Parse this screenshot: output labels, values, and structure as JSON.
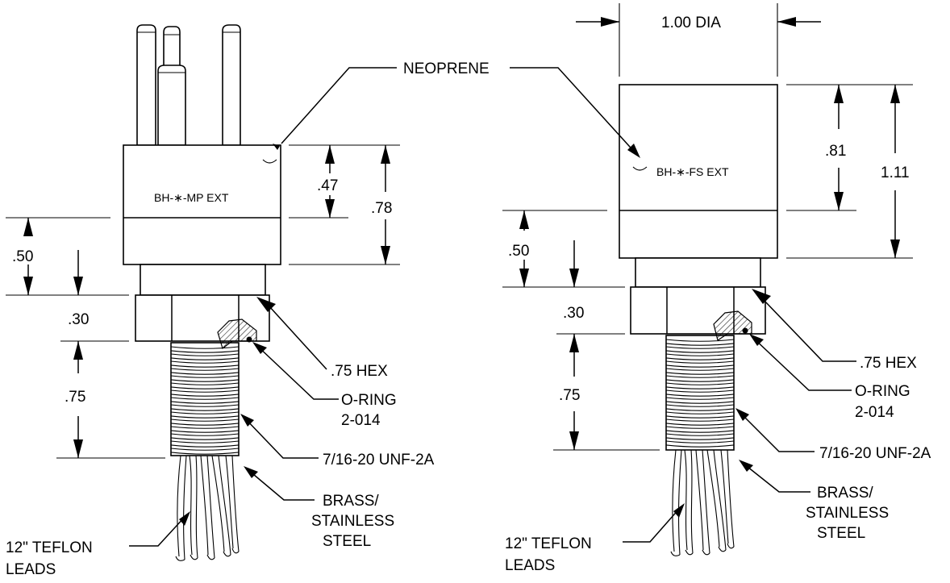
{
  "left_view": {
    "part_label": "BH-∗-MP EXT",
    "dims": {
      "d047": ".47",
      "d078": ".78",
      "d050": ".50",
      "d030": ".30",
      "d075": ".75"
    },
    "callouts": {
      "hex": ".75 HEX",
      "oring_1": "O-RING",
      "oring_2": "2-014",
      "thread": "7/16-20 UNF-2A",
      "material_1": "BRASS/",
      "material_2": "STAINLESS",
      "material_3": "STEEL",
      "leads_1": "12\" TEFLON",
      "leads_2": "LEADS"
    }
  },
  "right_view": {
    "part_label": "BH-∗-FS EXT",
    "dims": {
      "dia": "1.00 DIA",
      "d081": ".81",
      "d111": "1.11",
      "d050": ".50",
      "d030": ".30",
      "d075": ".75"
    },
    "callouts": {
      "hex": ".75 HEX",
      "oring_1": "O-RING",
      "oring_2": "2-014",
      "thread": "7/16-20 UNF-2A",
      "material_1": "BRASS/",
      "material_2": "STAINLESS",
      "material_3": "STEEL",
      "leads_1": "12\" TEFLON",
      "leads_2": "LEADS"
    }
  },
  "shared": {
    "neoprene": "NEOPRENE"
  }
}
